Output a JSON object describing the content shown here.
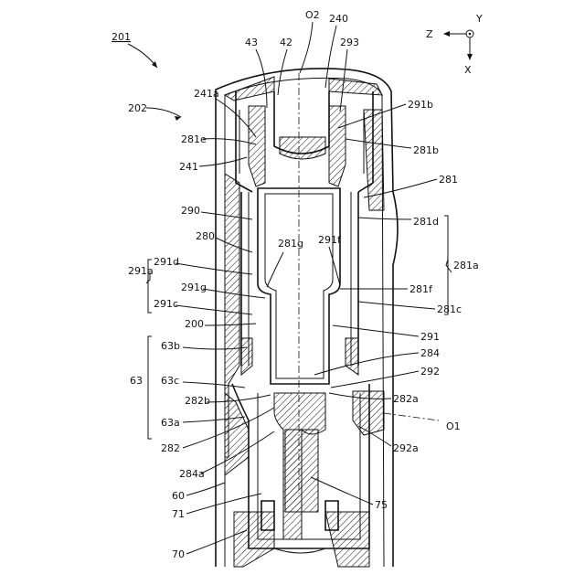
{
  "figure_number": "201",
  "assembly_label": "202",
  "axes": {
    "z": "Z",
    "x": "X",
    "y": "Y"
  },
  "axis_lines": {
    "o1": "O1",
    "o2": "O2"
  },
  "labels": {
    "l43": "43",
    "l42": "42",
    "l240": "240",
    "l293": "293",
    "l241a": "241a",
    "l291b": "291b",
    "l281e": "281e",
    "l281b": "281b",
    "l241": "241",
    "l281": "281",
    "l290": "290",
    "l281d": "281d",
    "l291f": "291f",
    "l281g": "281g",
    "l280": "280",
    "l281a": "281a",
    "l291a": "291a",
    "l291d": "291d",
    "l291g": "291g",
    "l281f": "281f",
    "l291c": "291c",
    "l281c": "281c",
    "l200": "200",
    "l291": "291",
    "l63b": "63b",
    "l284": "284",
    "l292": "292",
    "l63": "63",
    "l63c": "63c",
    "l282a": "282a",
    "l282b": "282b",
    "l63a": "63a",
    "l282": "282",
    "l292a": "292a",
    "l284a": "284a",
    "l60": "60",
    "l71": "71",
    "l75": "75",
    "l70": "70"
  }
}
